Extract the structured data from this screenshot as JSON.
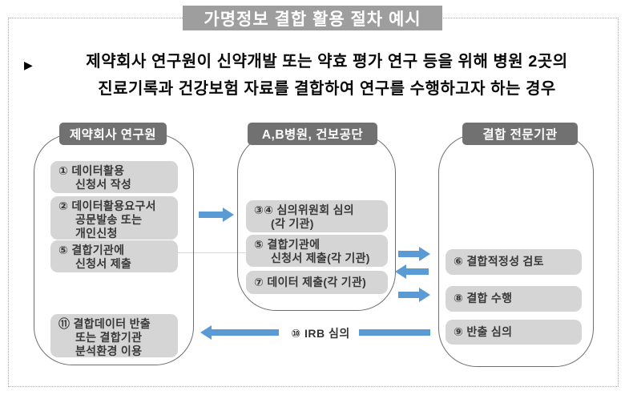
{
  "title": "가명정보 결합 활용 절차 예시",
  "intro": {
    "marker": "▶",
    "text": "제약회사 연구원이 신약개발 또는 약효 평가 연구 등을 위해 병원 2곳의\n진료기록과 건강보험 자료를 결합하여 연구를 수행하고자 하는 경우"
  },
  "lanes": [
    {
      "header": "제약회사 연구원",
      "steps": [
        "① 데이터활용\n신청서 작성",
        "② 데이터활용요구서\n공문발송 또는\n개인신청",
        "⑤ 결합기관에\n신청서 제출",
        "⑪ 결합데이터 반출\n또는 결합기관\n분석환경 이용"
      ]
    },
    {
      "header": "A,B병원, 건보공단",
      "steps": [
        "③④ 심의위원회 심의\n(각 기관)",
        "⑤ 결합기관에\n신청서 제출(각 기관)",
        "⑦ 데이터 제출(각 기관)"
      ]
    },
    {
      "header": "결합 전문기관",
      "steps": [
        "⑥ 결합적정성 검토",
        "⑧ 결합 수행",
        "⑨ 반출 심의"
      ]
    }
  ],
  "flows": {
    "irb_label": "⑩ IRB 심의"
  },
  "colors": {
    "arrow_blue": "#5b9bd5",
    "title_bg": "#9e9e9e",
    "lane_header_bg": "#717171",
    "step_bg": "#d5d5d5"
  }
}
